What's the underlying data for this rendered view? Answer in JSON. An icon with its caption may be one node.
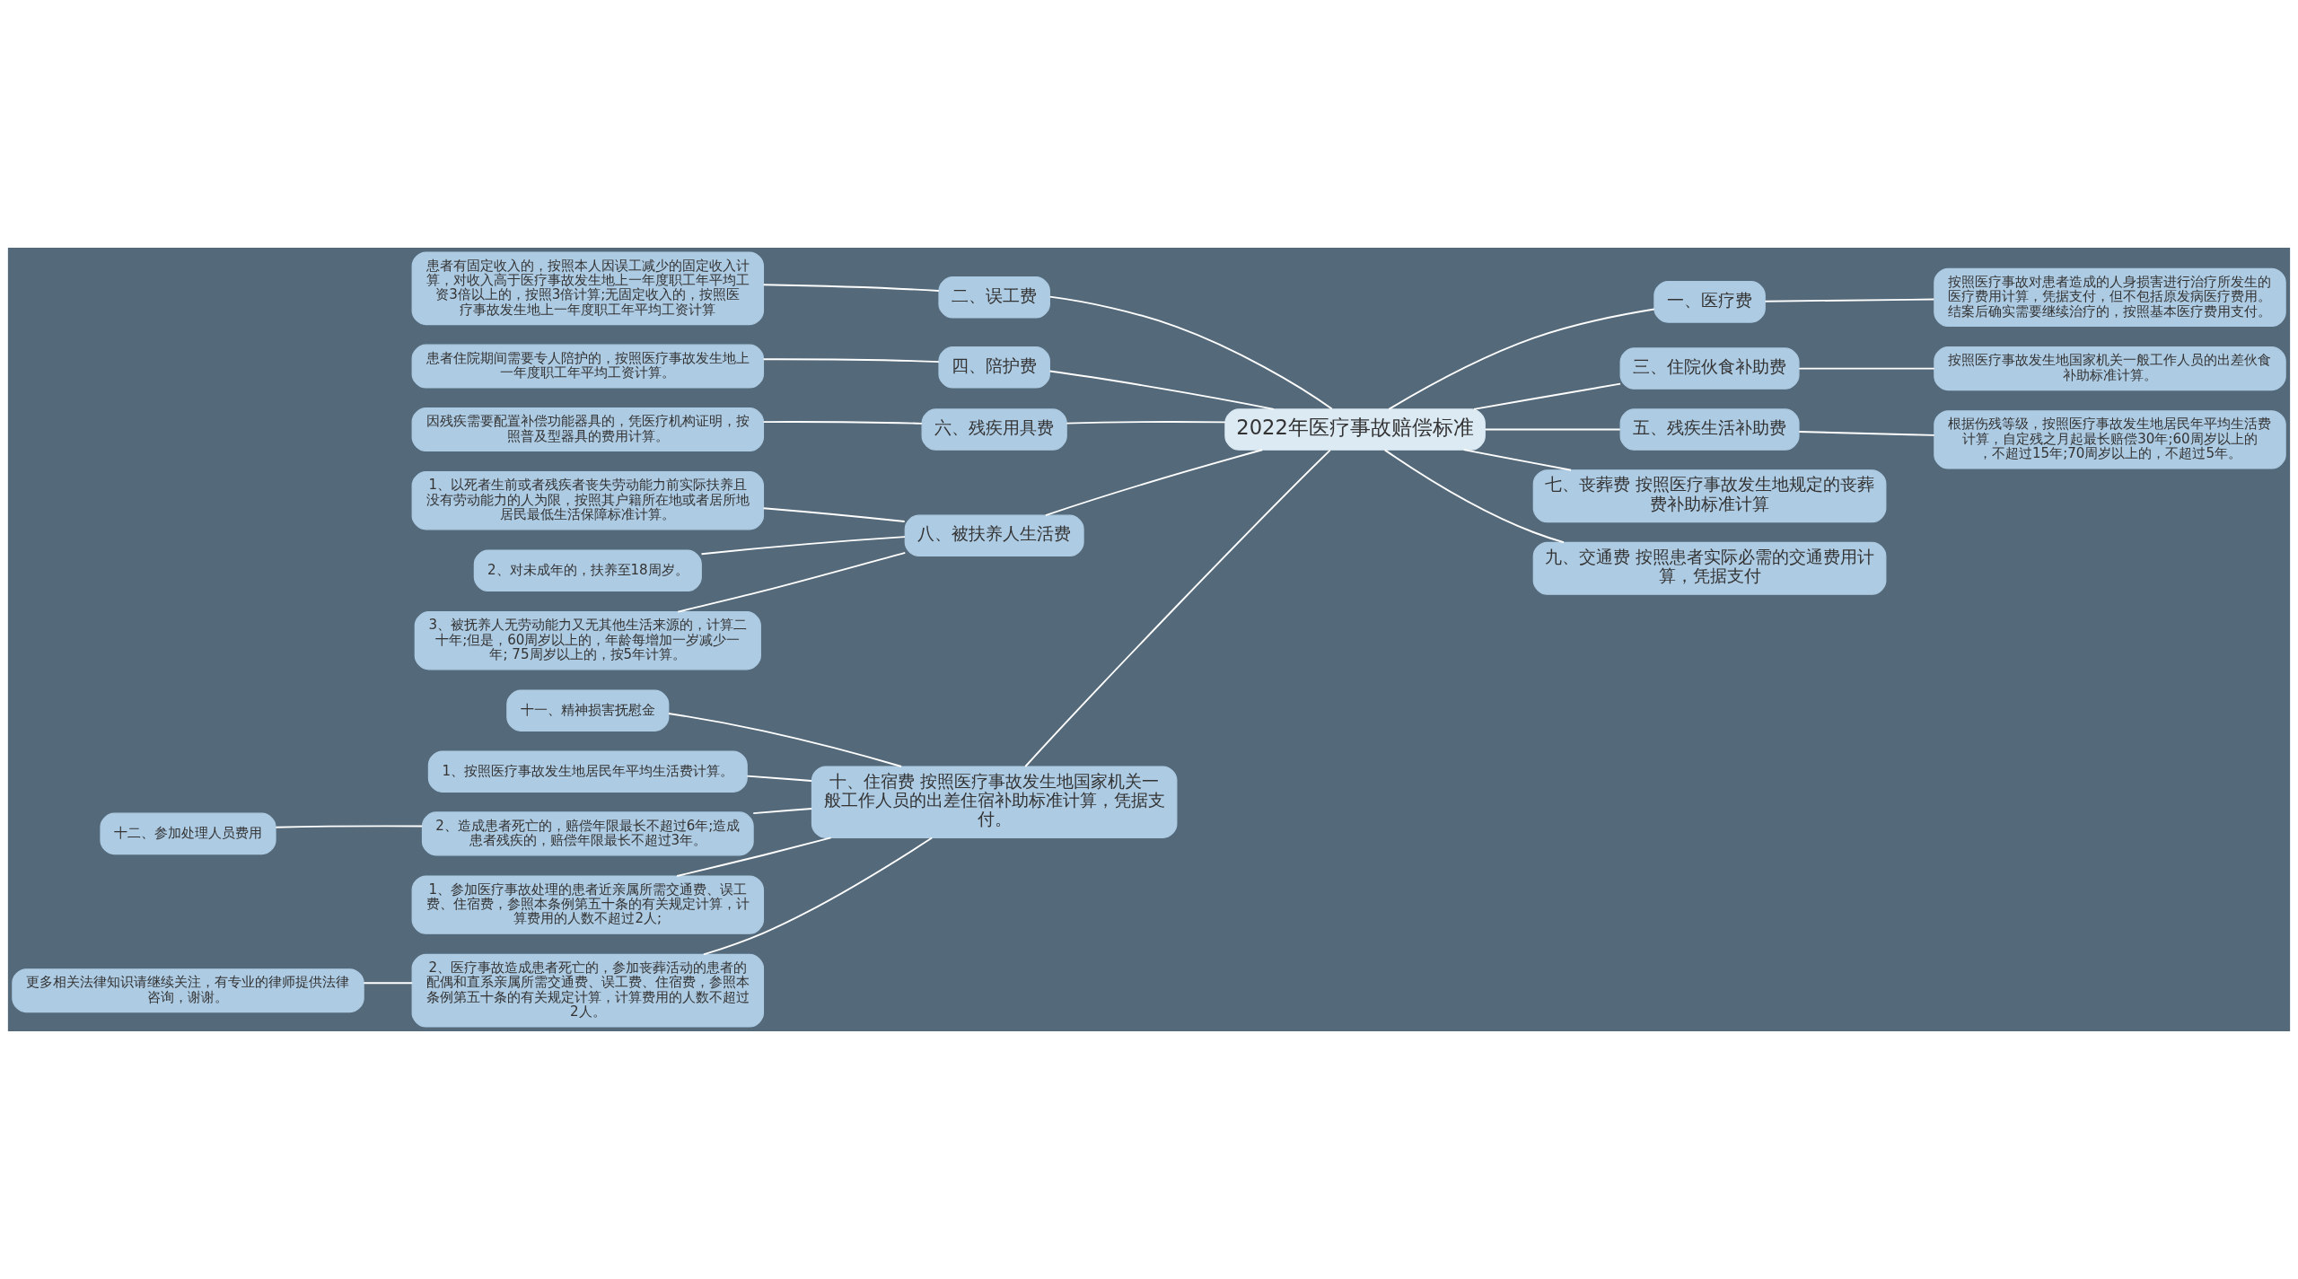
{
  "diagram": {
    "nodes": [
      {
        "text": [
          "2022年医疗事故赔偿标准"
        ]
      },
      {
        "text": [
          "二、误工费"
        ]
      },
      {
        "text": [
          "患者有固定收入的，按照本人因误工减少的固定收入计算，对收入高于医疗事故发生地上一年度职工年平均工资3倍以上的，按照3倍计算;无固定收入的，按照医疗事故发生地上一年度职工年平均工资计算"
        ]
      },
      {
        "text": [
          "四、陪护费"
        ]
      },
      {
        "text": [
          "患者住院期间需要专人陪护的，按照医疗事故发生地上一年度职工年平均工资计算。"
        ]
      },
      {
        "text": [
          "六、残疾用具费"
        ]
      },
      {
        "text": [
          "因残疾需要配置补偿功能器具的，凭医疗机构证明，按照普及型器具的费用计算。"
        ]
      },
      {
        "text": [
          "八、被扶养人生活费"
        ]
      },
      {
        "text": [
          "1、以死者生前或者残疾者丧失劳动能力前实际扶养且没有劳动能力的人为限，按照其户籍所在地或者居所地居民最低生活保障标准计算。"
        ]
      },
      {
        "text": [
          "2、对未成年的，扶养至18周岁。"
        ]
      },
      {
        "text": [
          "3、被抚养人无劳动能力又无其他生活来源的，计算二十年;但是，60周岁以上的，年龄每增加一岁减少一年; 75周岁以上的，按5年计算。"
        ]
      },
      {
        "text": [
          "十、住宿费 按照医疗事故发生地国家机关一般工作人员的出差住宿补助标准计算，凭据支付。"
        ]
      },
      {
        "text": [
          "十一、精神损害抚慰金"
        ]
      },
      {
        "text": [
          "1、按照医疗事故发生地居民年平均生活费计算。"
        ]
      },
      {
        "text": [
          "2、造成患者死亡的，赔偿年限最长不超过6年;造成患者残疾的，赔偿年限最长不超过3年。"
        ]
      },
      {
        "text": [
          "十二、参加处理人员费用"
        ]
      },
      {
        "text": [
          "1、参加医疗事故处理的患者近亲属所需交通费、误工费、住宿费，参照本条例第五十条的有关规定计算，计算费用的人数不超过2人;"
        ]
      },
      {
        "text": [
          "2、医疗事故造成患者死亡的，参加丧葬活动的患者的配偶和直系亲属所需交通费、误工费、住宿费，参照本条例第五十条的有关规定计算，计算费用的人数不超过2人。"
        ]
      },
      {
        "text": [
          "更多相关法律知识请继续关注，有专业的律师提供法律咨询，谢谢。"
        ]
      },
      {
        "text": [
          "一、医疗费"
        ]
      },
      {
        "text": [
          "按照医疗事故对患者造成的人身损害进行治疗所发生的医疗费用计算，凭据支付，但不包括原发病医疗费用。结案后确实需要继续治疗的，按照基本医疗费用支付。"
        ]
      },
      {
        "text": [
          "三、住院伙食补助费"
        ]
      },
      {
        "text": [
          "按照医疗事故发生地国家机关一般工作人员的出差伙食补助标准计算。"
        ]
      },
      {
        "text": [
          "五、残疾生活补助费"
        ]
      },
      {
        "text": [
          "根据伤残等级，按照医疗事故发生地居民年平均生活费计算，自定残之月起最长赔偿30年;60周岁以上的，不超过15年;70周岁以上的，不超过5年。"
        ]
      },
      {
        "text": [
          "七、丧葬费 按照医疗事故发生地规定的丧葬费补助标准计算"
        ]
      },
      {
        "text": [
          "九、交通费 按照患者实际必需的交通费用计算，凭据支付"
        ]
      }
    ],
    "edges": [
      {
        "from": 0,
        "to": 1,
        "arrow": "none"
      },
      {
        "from": 1,
        "to": 2,
        "arrow": "none"
      },
      {
        "from": 0,
        "to": 3,
        "arrow": "none"
      },
      {
        "from": 3,
        "to": 4,
        "arrow": "none"
      },
      {
        "from": 0,
        "to": 5,
        "arrow": "none"
      },
      {
        "from": 5,
        "to": 6,
        "arrow": "none"
      },
      {
        "from": 0,
        "to": 7,
        "arrow": "none"
      },
      {
        "from": 7,
        "to": 8,
        "arrow": "none"
      },
      {
        "from": 7,
        "to": 9,
        "arrow": "none"
      },
      {
        "from": 7,
        "to": 10,
        "arrow": "none"
      },
      {
        "from": 0,
        "to": 11,
        "arrow": "none"
      },
      {
        "from": 11,
        "to": 12,
        "arrow": "none"
      },
      {
        "from": 11,
        "to": 13,
        "arrow": "none"
      },
      {
        "from": 11,
        "to": 14,
        "arrow": "none"
      },
      {
        "from": 14,
        "to": 15,
        "arrow": "none"
      },
      {
        "from": 11,
        "to": 16,
        "arrow": "none"
      },
      {
        "from": 11,
        "to": 17,
        "arrow": "none"
      },
      {
        "from": 17,
        "to": 18,
        "arrow": "none"
      },
      {
        "from": 0,
        "to": 19,
        "arrow": "none"
      },
      {
        "from": 19,
        "to": 20,
        "arrow": "none"
      },
      {
        "from": 0,
        "to": 21,
        "arrow": "none"
      },
      {
        "from": 21,
        "to": 22,
        "arrow": "none"
      },
      {
        "from": 0,
        "to": 23,
        "arrow": "none"
      },
      {
        "from": 23,
        "to": 24,
        "arrow": "none"
      },
      {
        "from": 0,
        "to": 25,
        "arrow": "none"
      },
      {
        "from": 0,
        "to": 26,
        "arrow": "none"
      }
    ]
  }
}
